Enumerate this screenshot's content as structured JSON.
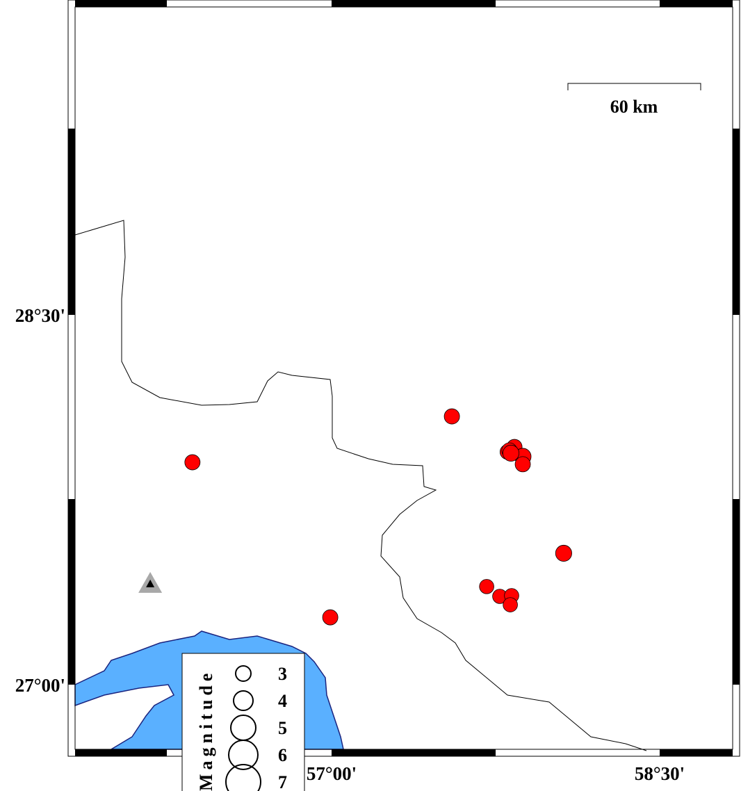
{
  "map": {
    "scale_bar_label": "60 km",
    "lat_labels": [
      "28°30'",
      "27°00'"
    ],
    "lon_labels": [
      "57°00'",
      "58°30'"
    ],
    "colors": {
      "water": "#5AB0FF",
      "coast": "#1A237E",
      "event": "#FF0000",
      "station": "#A8A8A8"
    },
    "station": {
      "lon": 56.171,
      "lat": 27.409,
      "icon": "triangle-icon"
    },
    "events": [
      {
        "lon": 57.55,
        "lat": 28.088,
        "mag": 3.0
      },
      {
        "lon": 56.364,
        "lat": 27.902,
        "mag": 3.0
      },
      {
        "lon": 56.994,
        "lat": 27.273,
        "mag": 3.0
      },
      {
        "lon": 58.061,
        "lat": 27.533,
        "mag": 3.2
      },
      {
        "lon": 57.709,
        "lat": 27.398,
        "mag": 2.8
      },
      {
        "lon": 57.769,
        "lat": 27.358,
        "mag": 2.8
      },
      {
        "lon": 57.823,
        "lat": 27.361,
        "mag": 2.8
      },
      {
        "lon": 57.817,
        "lat": 27.324,
        "mag": 2.8
      },
      {
        "lon": 57.836,
        "lat": 27.964,
        "mag": 3.0
      },
      {
        "lon": 57.874,
        "lat": 27.925,
        "mag": 3.3
      },
      {
        "lon": 57.804,
        "lat": 27.944,
        "mag": 2.9
      },
      {
        "lon": 57.813,
        "lat": 27.95,
        "mag": 3.0
      },
      {
        "lon": 57.874,
        "lat": 27.894,
        "mag": 3.0
      },
      {
        "lon": 57.82,
        "lat": 27.939,
        "mag": 3.2
      }
    ]
  },
  "legend": {
    "title": "Magnitude",
    "items": [
      {
        "mag": 3,
        "label": "3"
      },
      {
        "mag": 4,
        "label": "4"
      },
      {
        "mag": 5,
        "label": "5"
      },
      {
        "mag": 6,
        "label": "6"
      },
      {
        "mag": 7,
        "label": "7"
      }
    ]
  }
}
